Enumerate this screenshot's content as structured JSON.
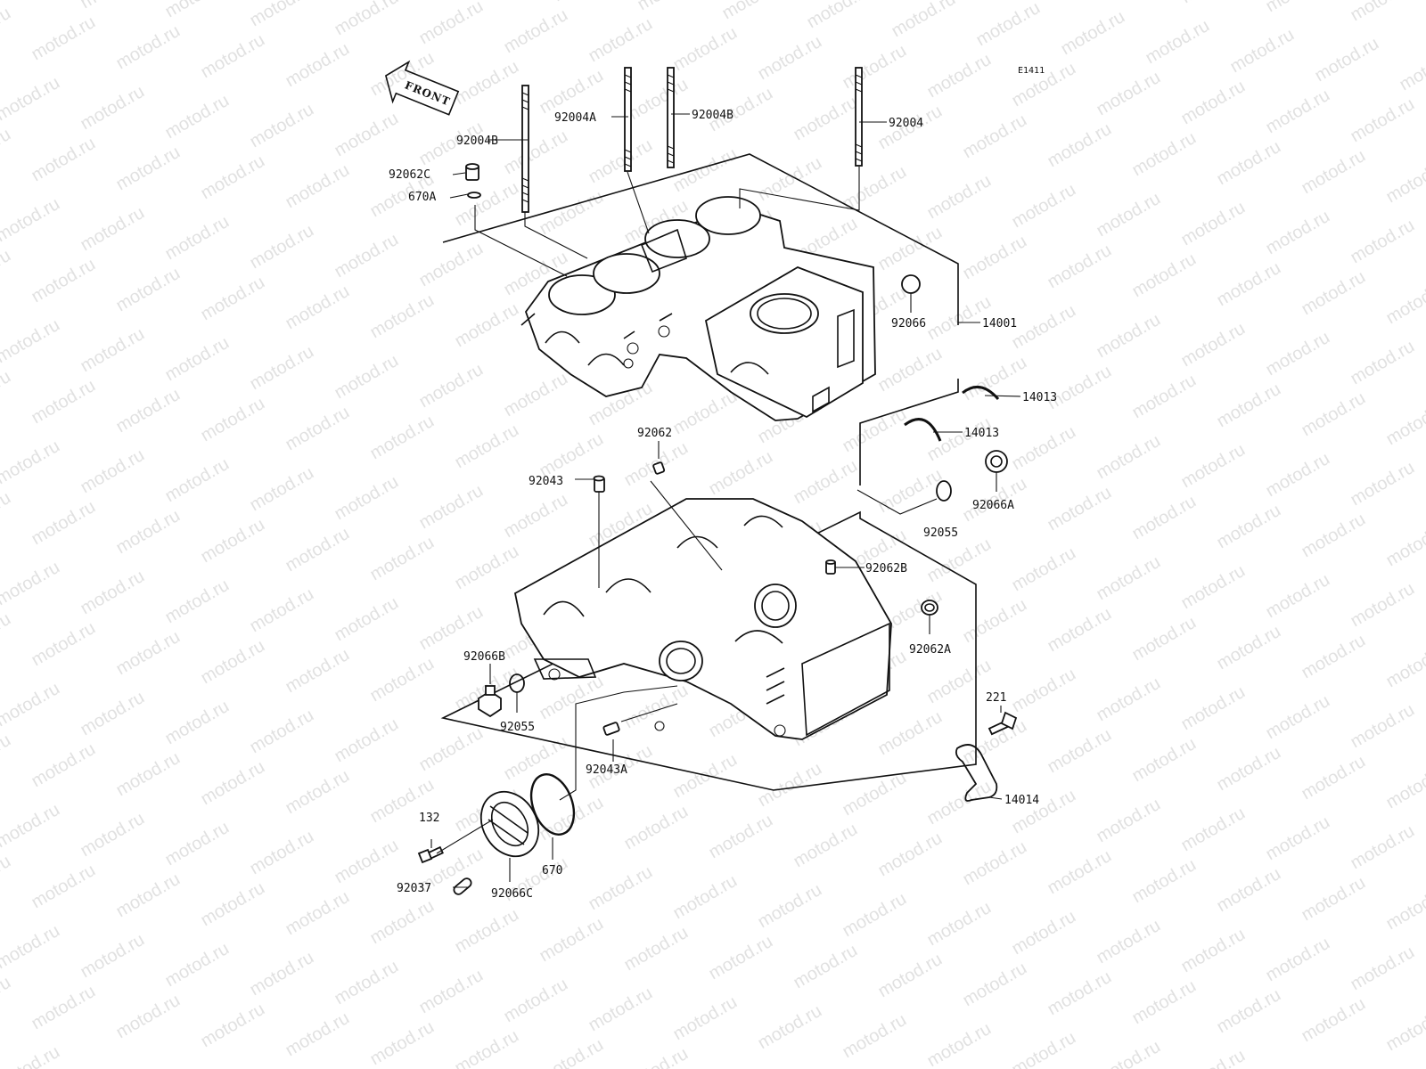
{
  "diagram": {
    "ref_code": "E1411",
    "front_label": "FRONT",
    "watermark": "motod.ru",
    "labels": [
      {
        "id": "92004B-left",
        "text": "92004B"
      },
      {
        "id": "92004A",
        "text": "92004A"
      },
      {
        "id": "92004B-mid",
        "text": "92004B"
      },
      {
        "id": "92004",
        "text": "92004"
      },
      {
        "id": "92062C",
        "text": "92062C"
      },
      {
        "id": "670A",
        "text": "670A"
      },
      {
        "id": "92066",
        "text": "92066"
      },
      {
        "id": "14001",
        "text": "14001"
      },
      {
        "id": "14013-top",
        "text": "14013"
      },
      {
        "id": "14013-low",
        "text": "14013"
      },
      {
        "id": "92062-top",
        "text": "92062"
      },
      {
        "id": "92043",
        "text": "92043"
      },
      {
        "id": "92066A",
        "text": "92066A"
      },
      {
        "id": "92055-right",
        "text": "92055"
      },
      {
        "id": "92062B",
        "text": "92062B"
      },
      {
        "id": "92062A",
        "text": "92062A"
      },
      {
        "id": "92066B",
        "text": "92066B"
      },
      {
        "id": "92055-left",
        "text": "92055"
      },
      {
        "id": "92043A",
        "text": "92043A"
      },
      {
        "id": "221",
        "text": "221"
      },
      {
        "id": "14014",
        "text": "14014"
      },
      {
        "id": "132",
        "text": "132"
      },
      {
        "id": "670",
        "text": "670"
      },
      {
        "id": "92037",
        "text": "92037"
      },
      {
        "id": "92066C",
        "text": "92066C"
      }
    ]
  }
}
